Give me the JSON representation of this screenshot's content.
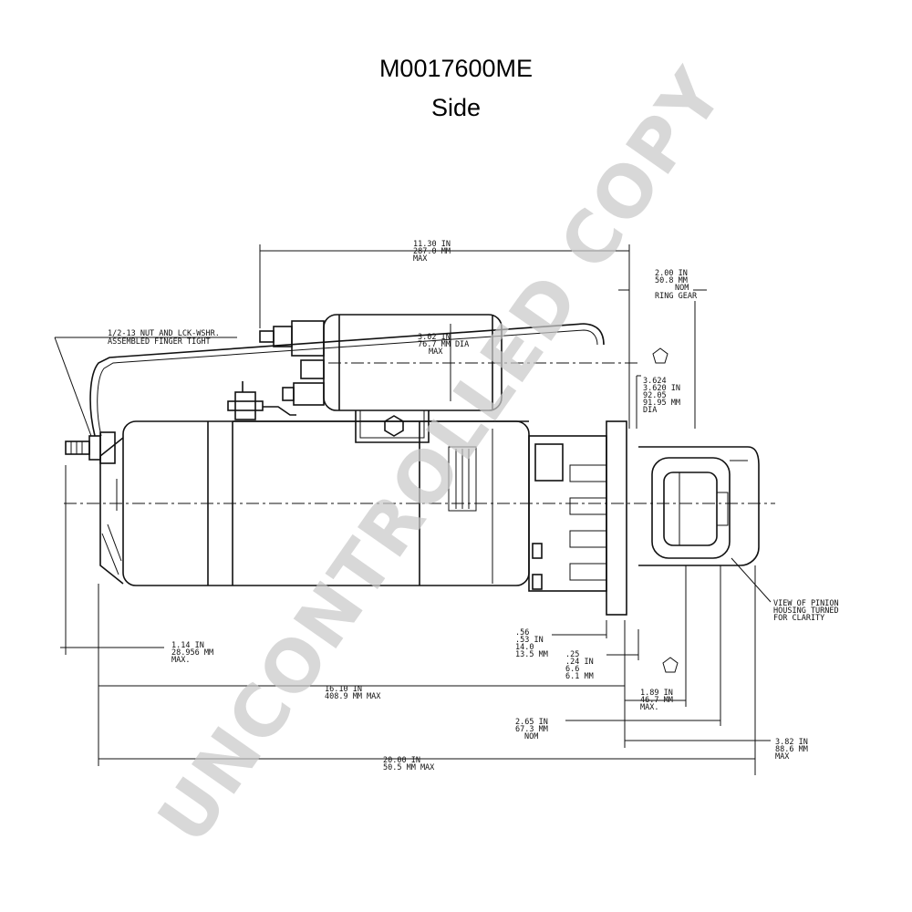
{
  "header": {
    "part_number": "M0017600ME",
    "view": "Side"
  },
  "watermark": "UNCONTROLLED COPY",
  "annotations": {
    "overall_solenoid": [
      "11.30 IN",
      "287.0 MM",
      "MAX"
    ],
    "ring_gear": [
      "2.00 IN",
      "50.8 MM",
      "NOM",
      "RING GEAR"
    ],
    "nut": [
      "1/2-13 NUT AND LCK-WSHR.",
      "ASSEMBLED FINGER TIGHT"
    ],
    "solenoid_dia": [
      "3.02 IN",
      "76.7 MM DIA",
      "MAX"
    ],
    "pilot_dia": [
      "3.624",
      "3.620 IN",
      "92.05",
      "91.95 MM",
      "DIA"
    ],
    "pinion_view": [
      "VIEW OF PINION",
      "HOUSING TURNED",
      "FOR CLARITY"
    ],
    "terminal": [
      "1.14 IN",
      "28.956 MM",
      "MAX."
    ],
    "flange": [
      ".56",
      ".53 IN",
      "14.0",
      "13.5 MM"
    ],
    "flange_gap": [
      ".25",
      ".24 IN",
      "6.6",
      "6.1 MM"
    ],
    "body_length": [
      "16.10 IN",
      "408.9 MM MAX"
    ],
    "pinion": [
      "1.89 IN",
      "46.7 MM",
      "MAX."
    ],
    "pinion_nom": [
      "2.65 IN",
      "67.3 MM",
      "NOM"
    ],
    "nose": [
      "3.82 IN",
      "88.6 MM",
      "MAX"
    ],
    "overall_length": [
      "20.00 IN",
      "50.5 MM MAX"
    ]
  },
  "colors": {
    "line": "#111111",
    "watermark": "#c9c9c9"
  }
}
